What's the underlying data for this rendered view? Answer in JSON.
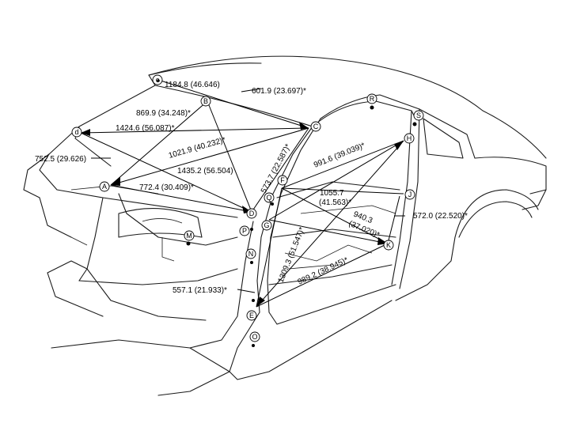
{
  "diagram": {
    "points": [
      "A",
      "B",
      "C",
      "c",
      "d",
      "D",
      "E",
      "F",
      "G",
      "H",
      "J",
      "K",
      "M",
      "N",
      "O",
      "P",
      "Q",
      "R",
      "S"
    ],
    "dimensions": [
      {
        "id": "c-C",
        "text": "1184.8 (46.646)"
      },
      {
        "id": "c-C-b",
        "text": "601.9 (23.697)*"
      },
      {
        "id": "B-A",
        "text": "869.9 (34.248)*"
      },
      {
        "id": "d-C",
        "text": "1424.6 (56.087)*"
      },
      {
        "id": "d-A",
        "text": "752.5 (29.626)"
      },
      {
        "id": "A-C",
        "text": "1021.9 (40.232)*"
      },
      {
        "id": "d-D",
        "text": "1435.2 (56.504)"
      },
      {
        "id": "A-D",
        "text": "772.4 (30.409)*"
      },
      {
        "id": "D-C",
        "text": "573.7 (22.587)*"
      },
      {
        "id": "F-H",
        "text": "991.6 (39.039)*"
      },
      {
        "id": "E-J",
        "text": "1055.7"
      },
      {
        "id": "E-J-b",
        "text": "(41.563)*"
      },
      {
        "id": "E-K",
        "text": "940.3"
      },
      {
        "id": "E-K-b",
        "text": "(37.020)*"
      },
      {
        "id": "J-K",
        "text": "572.0 (22.520)*"
      },
      {
        "id": "G-E",
        "text": "1309.3 (51.547)*"
      },
      {
        "id": "G-K",
        "text": "989.2 (38.945)*"
      },
      {
        "id": "G-O",
        "text": "557.1 (21.933)*"
      }
    ]
  }
}
